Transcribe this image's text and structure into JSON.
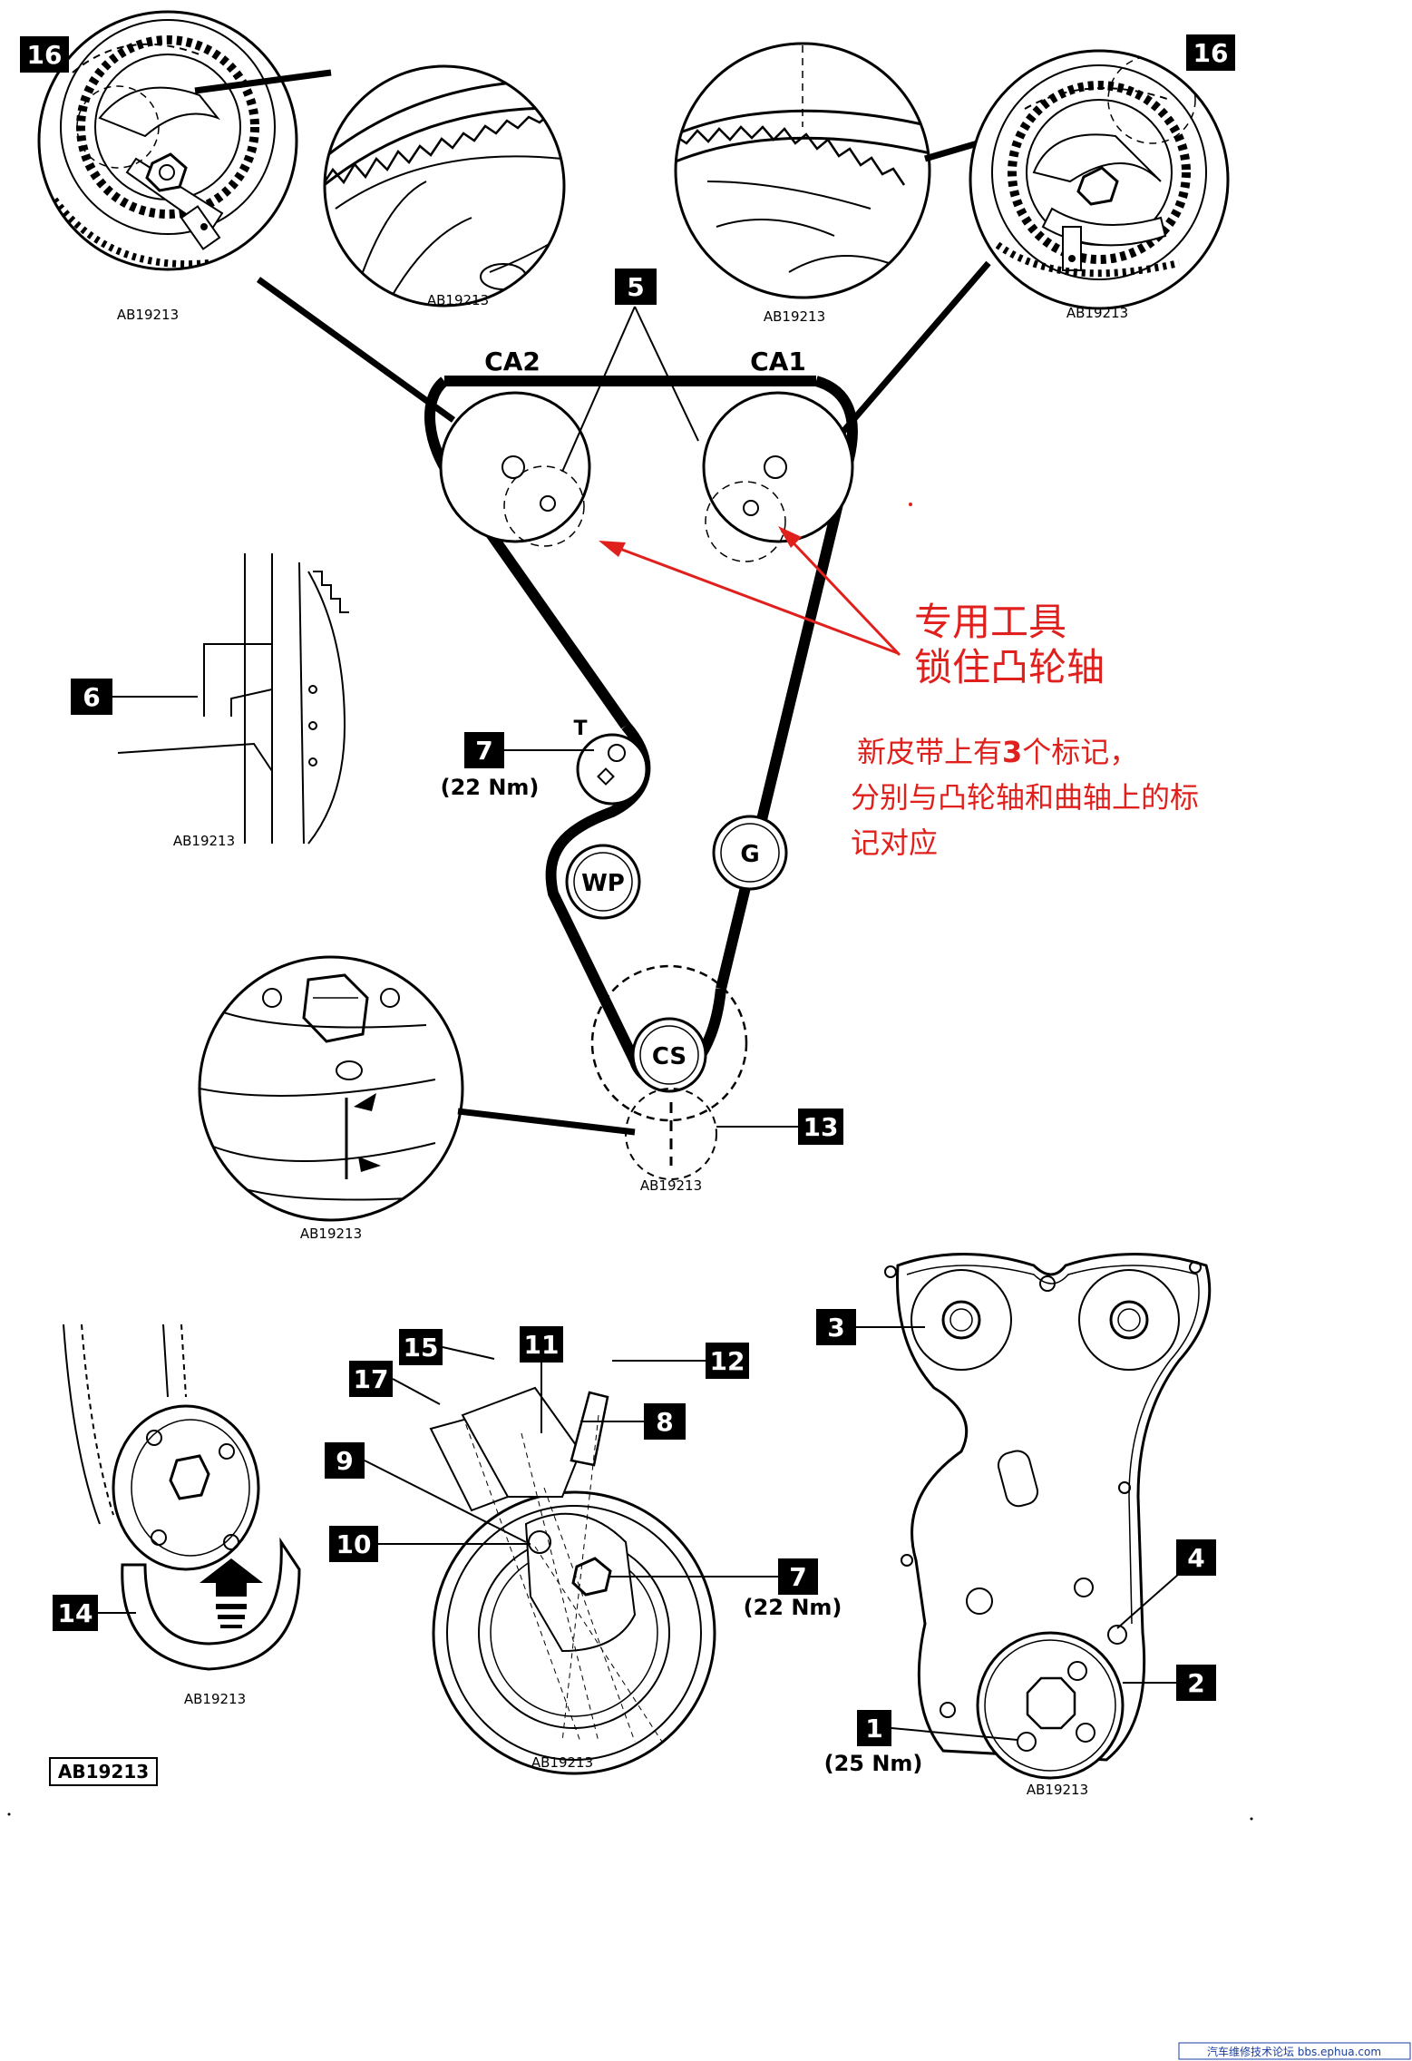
{
  "diagram_code": "AB19213",
  "labels": {
    "n16a": "16",
    "n16b": "16",
    "n5": "5",
    "n6": "6",
    "n7a": "7",
    "n7b": "7",
    "n13": "13",
    "n15": "15",
    "n11": "11",
    "n12": "12",
    "n17": "17",
    "n8": "8",
    "n9": "9",
    "n10": "10",
    "n14": "14",
    "n3": "3",
    "n4": "4",
    "n2": "2",
    "n1": "1"
  },
  "pulleys": {
    "ca2": "CA2",
    "ca1": "CA1",
    "tensioner_t": "T",
    "wp": "WP",
    "g": "G",
    "cs": "CS"
  },
  "torques": {
    "t7a": "(22 Nm)",
    "t7b": "(22 Nm)",
    "t1": "(25 Nm)"
  },
  "annotations": {
    "tool_line1": "专用工具",
    "tool_line2": "锁住凸轮轴",
    "marks_pre": "新皮带上有",
    "marks_num": "3",
    "marks_post": "个标记，",
    "marks_line2": "分别与凸轮轴和曲轴上的标",
    "marks_line3": "记对应"
  },
  "footer": "汽车维修技术论坛 bbs.ephua.com"
}
